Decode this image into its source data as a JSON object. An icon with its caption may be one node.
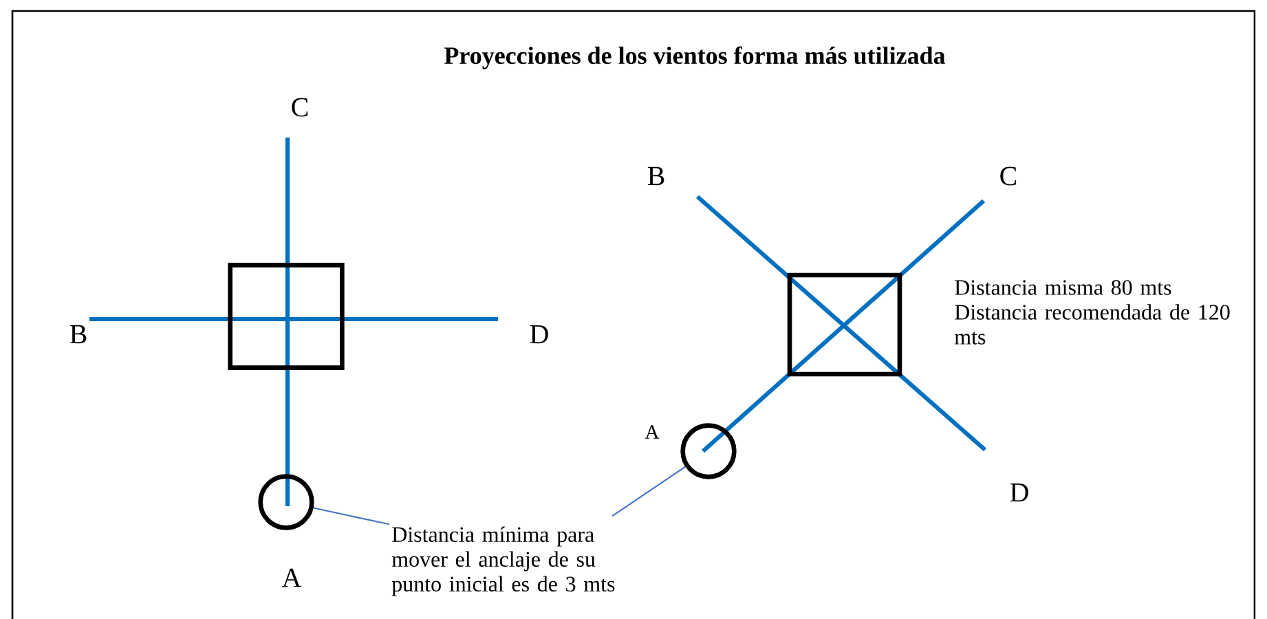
{
  "diagram": {
    "title": "Proyecciones de los vientos forma más utilizada",
    "nodes": [
      {
        "text": [],
        "shape": "box"
      },
      {
        "text": [],
        "shape": "circle"
      },
      {
        "text": [],
        "shape": "box"
      },
      {
        "text": [],
        "shape": "circle"
      },
      {
        "text": [
          "Distancia mínima para mover el anclaje de su punto inicial es de 3 mts"
        ]
      }
    ],
    "edges": [
      {
        "from": 4,
        "to": 1,
        "arrow": "none"
      },
      {
        "from": 4,
        "to": 3,
        "arrow": "none"
      }
    ],
    "labels": [
      "C",
      "B",
      "D",
      "A",
      "B",
      "C",
      "Distancia misma 80 mts Distancia recomendada de 120 mts",
      "A",
      "D"
    ]
  }
}
